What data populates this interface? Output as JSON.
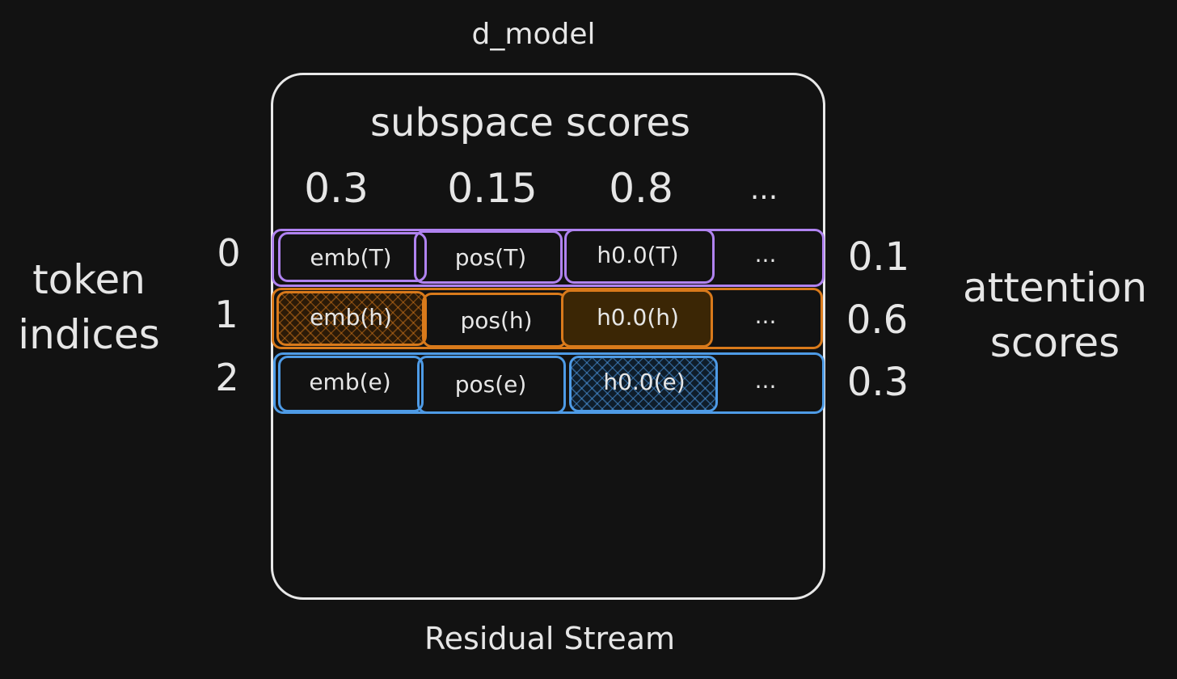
{
  "top_label": "d_model",
  "bottom_label": "Residual Stream",
  "subspace_title": "subspace scores",
  "subspace_scores": [
    "0.3",
    "0.15",
    "0.8",
    "..."
  ],
  "left_label": {
    "line1": "token",
    "line2": "indices"
  },
  "right_label": {
    "line1": "attention",
    "line2": "scores"
  },
  "rows": [
    {
      "index": "0",
      "attention_score": "0.1",
      "color": "#b083f0",
      "cells": [
        "emb(T)",
        "pos(T)",
        "h0.0(T)",
        "..."
      ]
    },
    {
      "index": "1",
      "attention_score": "0.6",
      "color": "#d97a1b",
      "cells": [
        "emb(h)",
        "pos(h)",
        "h0.0(h)",
        "..."
      ]
    },
    {
      "index": "2",
      "attention_score": "0.3",
      "color": "#4e9be6",
      "cells": [
        "emb(e)",
        "pos(e)",
        "h0.0(e)",
        "..."
      ]
    }
  ],
  "colors": {
    "background": "#121212",
    "text": "#e6e6e6",
    "purple": "#b083f0",
    "orange": "#d97a1b",
    "blue": "#4e9be6"
  }
}
